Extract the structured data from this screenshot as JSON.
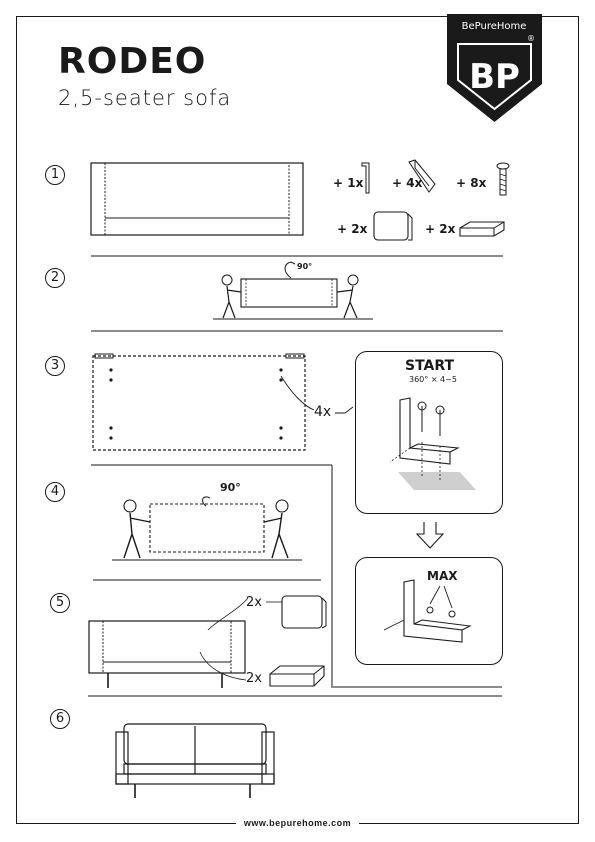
{
  "header": {
    "title": "RODEO",
    "subtitle": "2,5-seater sofa",
    "brand_name": "BePureHome",
    "brand_mark": "®",
    "logo_letters": "BP"
  },
  "steps": [
    {
      "number": "1"
    },
    {
      "number": "2"
    },
    {
      "number": "3"
    },
    {
      "number": "4"
    },
    {
      "number": "5"
    },
    {
      "number": "6"
    }
  ],
  "parts": {
    "wrench": "+ 1x",
    "leg": "+ 4x",
    "bolt": "+ 8x",
    "back_cushion": "+ 2x",
    "seat_cushion": "+ 2x"
  },
  "step2": {
    "rotation": "90°"
  },
  "step3": {
    "bolt_count": "4x",
    "start_label": "START",
    "turn_instruction": "360° × 4~5"
  },
  "step4": {
    "rotation": "90°"
  },
  "detail_max": {
    "label": "MAX"
  },
  "step5": {
    "back_cushion_count": "2x",
    "seat_cushion_count": "2x"
  },
  "footer": {
    "website": "www.bepurehome.com"
  },
  "icons": [
    "allen-wrench-icon",
    "leg-icon",
    "bolt-icon",
    "cushion-icon",
    "rotate-icon",
    "person-icon",
    "arrow-down-icon"
  ]
}
